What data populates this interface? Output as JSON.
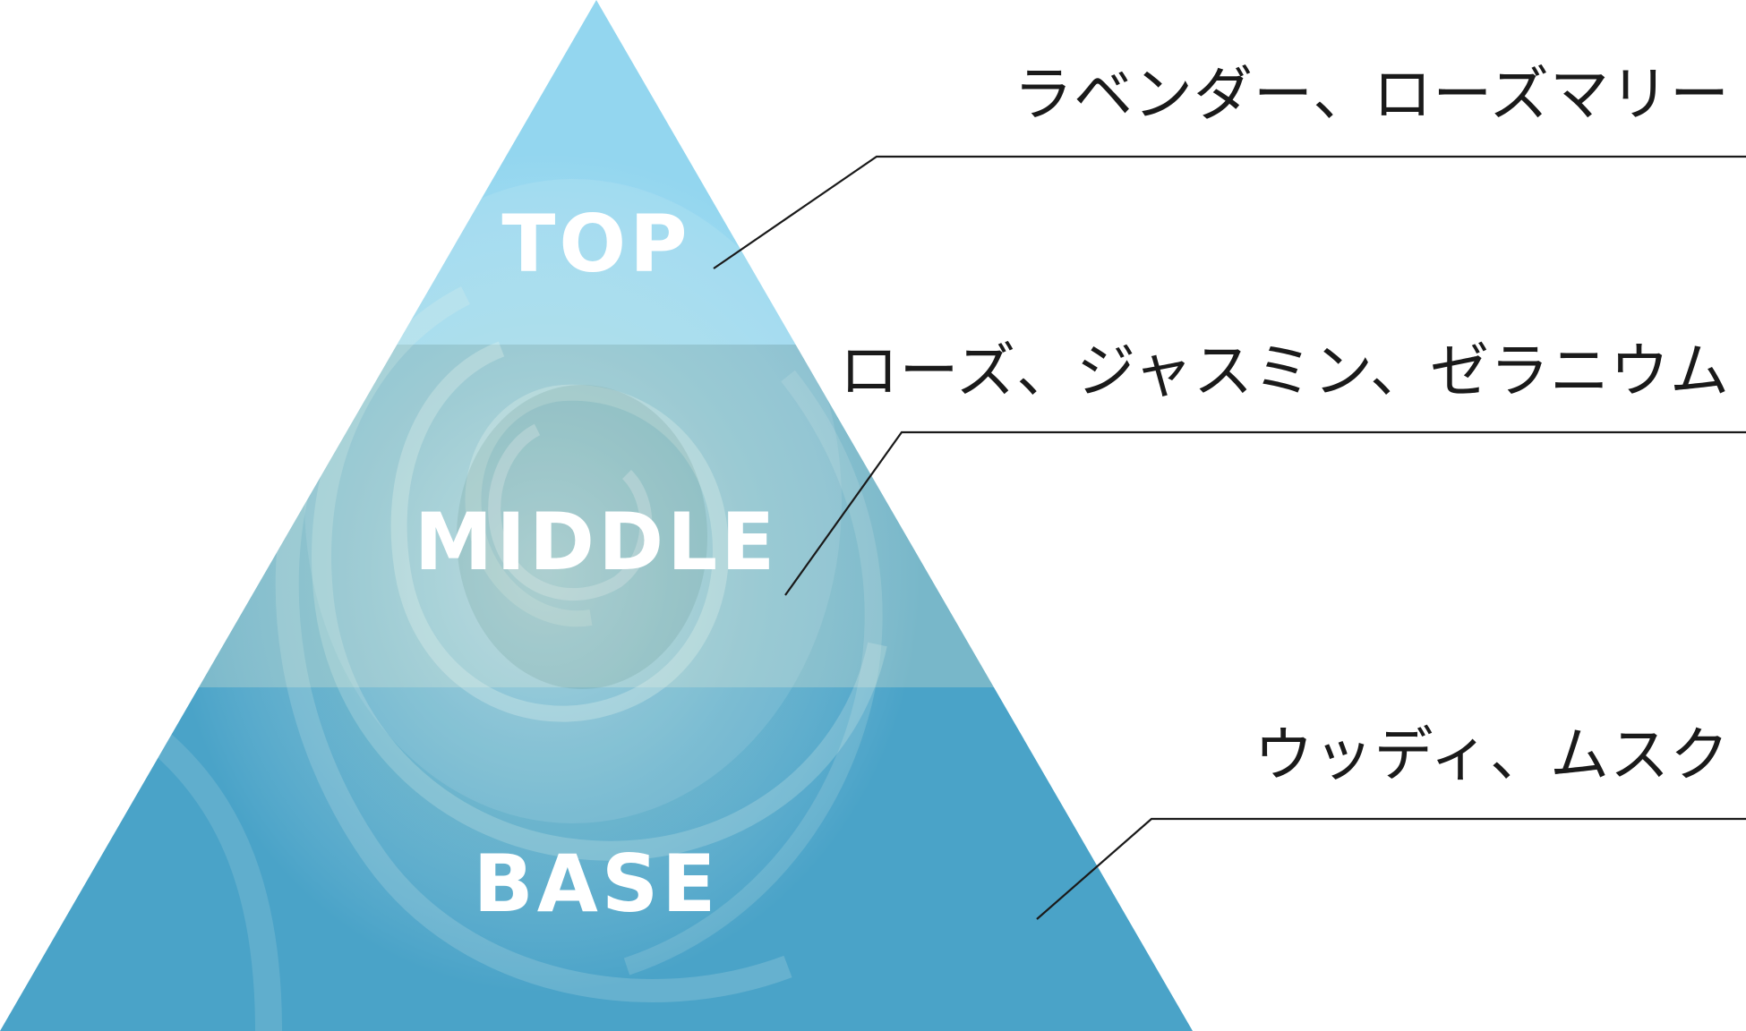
{
  "diagram": {
    "tiers": [
      {
        "label": "TOP",
        "notes": "ラベンダー、ローズマリー",
        "color": "#93d6ef"
      },
      {
        "label": "MIDDLE",
        "notes": "ローズ、ジャスミン、ゼラニウム",
        "color": "#78b7c9"
      },
      {
        "label": "BASE",
        "notes": "ウッディ、ムスク",
        "color": "#4aa3c8"
      }
    ]
  }
}
